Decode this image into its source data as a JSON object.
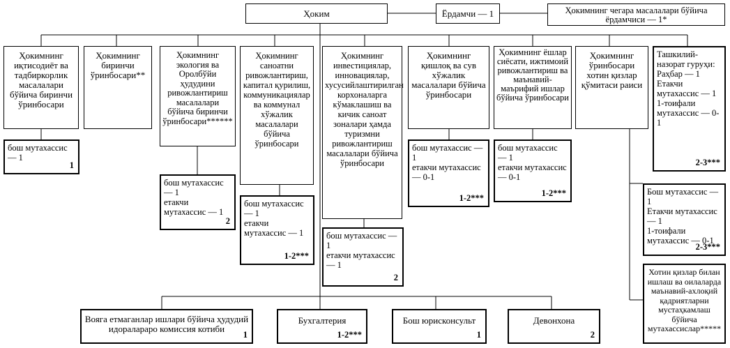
{
  "top": {
    "head": "Ҳоким",
    "assistant": "Ёрдамчи — 1",
    "border_assistant": "Ҳокимнинг чегара масалалари бўйича ёрдамчиси — 1*"
  },
  "deputies": [
    {
      "title": "Ҳокимнинг иқтисодиёт ва тадбиркорлик масалалари бўйича биринчи ўринбосари"
    },
    {
      "title": "Ҳокимнинг биринчи ўринбосари**"
    },
    {
      "title": "Ҳокимнинг экология ва Оролбўйи ҳудудини ривожлантириш масалалари бўйича биринчи ўринбосари******"
    },
    {
      "title": "Ҳокимнинг саноатни ривожлантириш, капитал қурилиш, коммуникациялар ва коммунал хўжалик масалалари бўйича ўринбосари"
    },
    {
      "title": "Ҳокимнинг инвестициялар, инновациялар, хусусийлаштирилган корхоналарга кўмаклашиш ва кичик саноат зоналари ҳамда туризмни ривожлантириш масалалари бўйича ўринбосари"
    },
    {
      "title": "Ҳокимнинг қишлоқ ва сув хўжалик масалалари бўйича ўринбосари"
    },
    {
      "title": "Ҳокимнинг ёшлар сиёсати, ижтимоий ривожлантириш ва маънавий-маърифий ишлар бўйича ўринбосари"
    },
    {
      "title": "Ҳокимнинг ўринбосари хотин қизлар қўмитаси раиси"
    },
    {
      "title": "Ташкилий-назорат гуруҳи:\nРаҳбар — 1\nЕтакчи мутахассис — 1\n1-тоифали мутахассис — 0-1",
      "num": "2-3***"
    }
  ],
  "staff": [
    {
      "text": "бош мутахассис — 1",
      "num": "1"
    },
    {
      "text": "бош мутахассис — 1\nетакчи мутахассис — 1",
      "num": "2"
    },
    {
      "text": "бош мутахассис — 1\nетакчи мутахассис — 1",
      "num": "1-2***"
    },
    {
      "text": "бош мутахассис — 1\nетакчи мутахассис — 1",
      "num": "2"
    },
    {
      "text": "бош мутахассис — 1\nетакчи мутахассис — 0-1",
      "num": "1-2***"
    },
    {
      "text": "бош мутахассис — 1\nетакчи мутахассис — 0-1",
      "num": "1-2***"
    },
    {
      "text": "Бош мутахассис — 1\nЕтакчи мутахассис — 1\n1-тоифали мутахассис — 0-1",
      "num": "2-3***"
    },
    {
      "text": "Хотин қизлар билан ишлаш ва оилаларда маънавий-ахлоқий қадриятларни мустаҳкамлаш бўйича мутахассислар*****"
    }
  ],
  "bottom": [
    {
      "text": "Вояга етмаганлар ишлари бўйича ҳудудий идоралараро комиссия котиби",
      "num": "1"
    },
    {
      "text": "Бухгалтерия",
      "num": "1-2***"
    },
    {
      "text": "Бош юрисконсульт",
      "num": "1"
    },
    {
      "text": "Девонхона",
      "num": "2"
    }
  ]
}
